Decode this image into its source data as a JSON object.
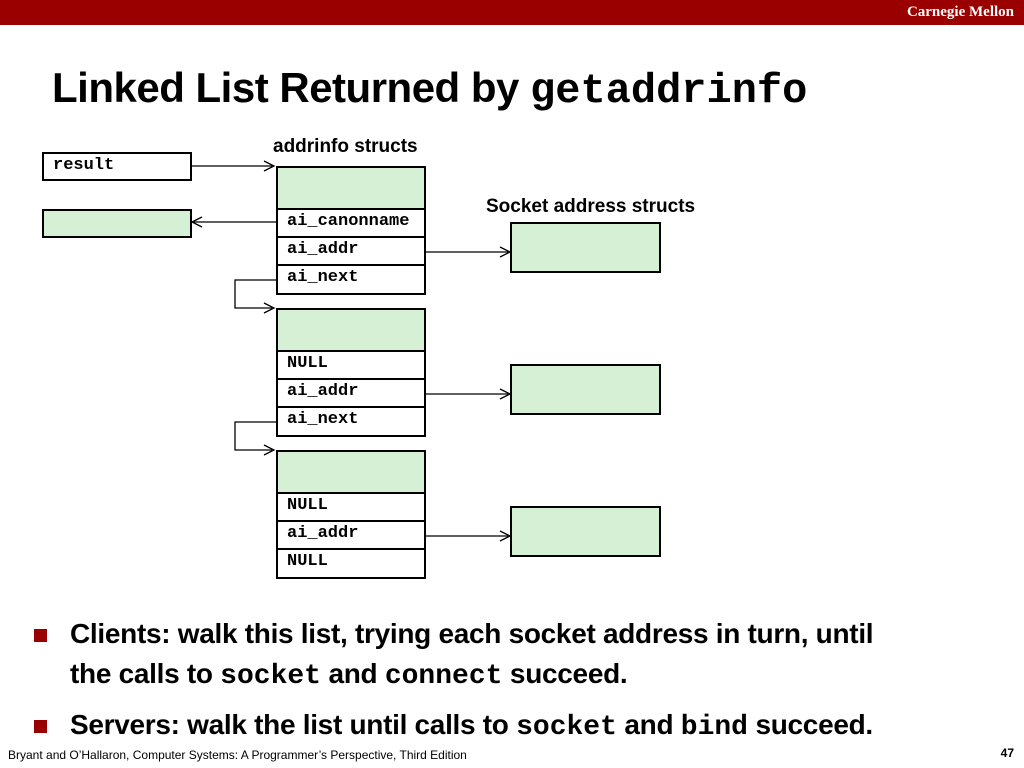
{
  "header": {
    "org": "Carnegie Mellon"
  },
  "title": {
    "text": "Linked List Returned by ",
    "code": "getaddrinfo"
  },
  "diagram": {
    "addrinfo_label": "addrinfo structs",
    "sockaddr_label": "Socket address structs",
    "result_label": "result",
    "structs": [
      {
        "fields": [
          "ai_canonname",
          "ai_addr",
          "ai_next"
        ]
      },
      {
        "fields": [
          "NULL",
          "ai_addr",
          "ai_next"
        ]
      },
      {
        "fields": [
          "NULL",
          "ai_addr",
          "NULL"
        ]
      }
    ],
    "colors": {
      "box_fill": "#d6f0d6",
      "accent": "#9b0000"
    }
  },
  "bullets": [
    {
      "t1": "Clients: walk this list, trying each socket address in turn, until",
      "t2": "the calls to ",
      "c1": "socket",
      "t3": " and ",
      "c2": "connect",
      "t4": " succeed."
    },
    {
      "t1": "Servers: walk the list until calls to ",
      "c1": "socket",
      "t2": " and ",
      "c2": "bind",
      "t3": " succeed."
    }
  ],
  "footer": {
    "text": "Bryant and O’Hallaron, Computer Systems: A Programmer’s Perspective, Third Edition",
    "page": "47"
  }
}
